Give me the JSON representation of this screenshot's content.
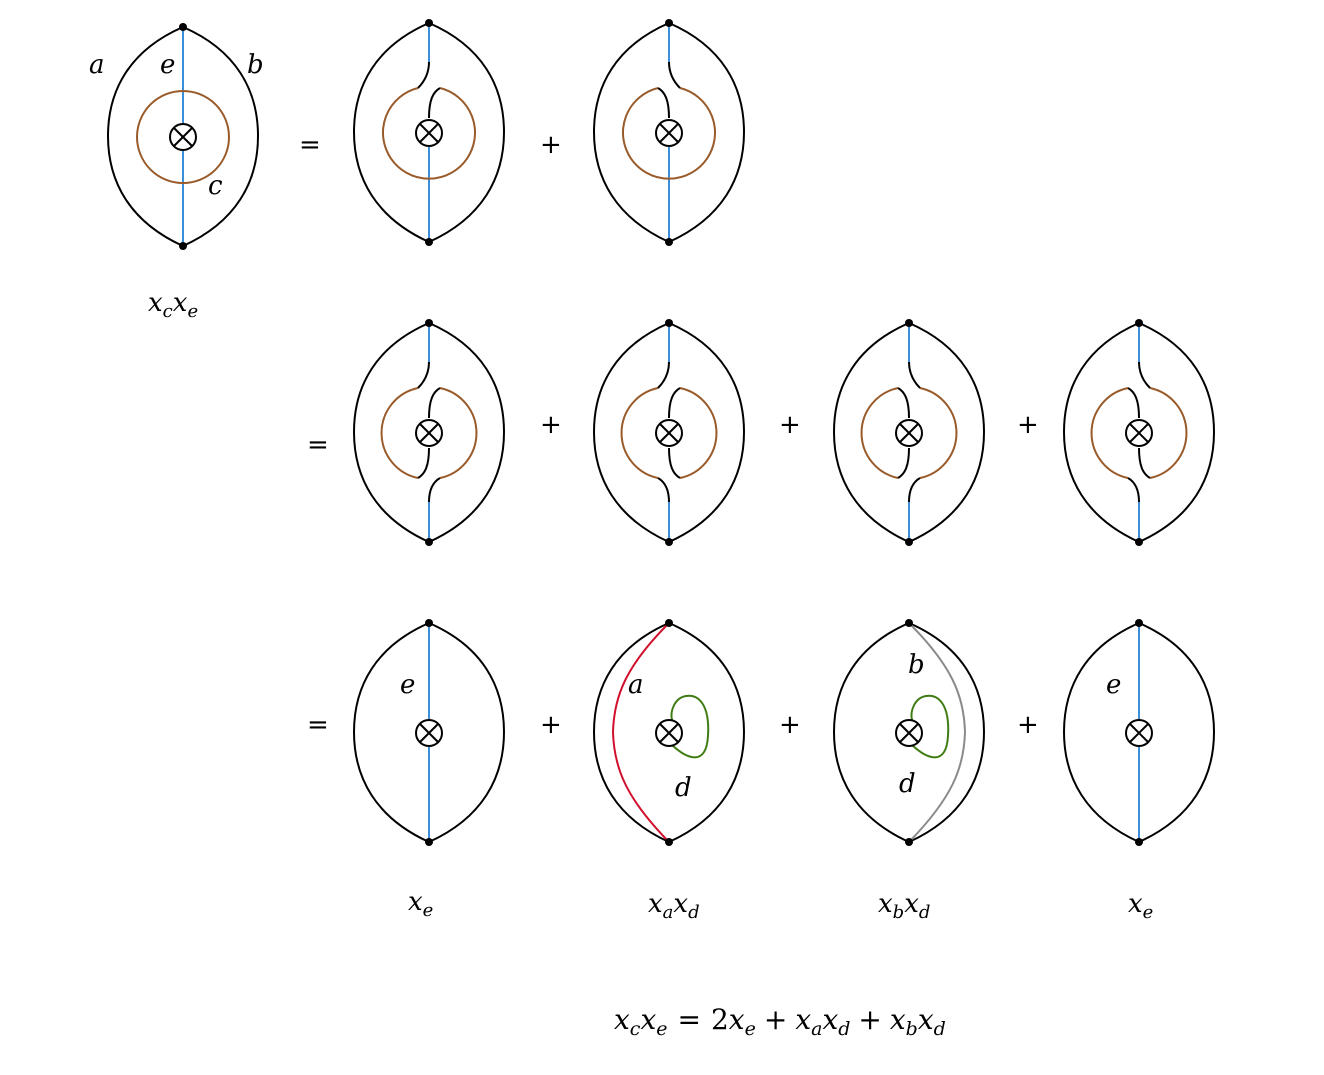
{
  "colors": {
    "outline": "#000000",
    "edge_e": "#3a8fd8",
    "loop_c": "#9a5b2b",
    "arc_a": "#d0102c",
    "arc_b": "#8a8a8a",
    "loop_d": "#3f7d14"
  },
  "symbols": {
    "puncture": "circle-times",
    "equals": "=",
    "plus": "+"
  },
  "labels": {
    "a": "a",
    "b": "b",
    "c": "c",
    "d": "d",
    "e": "e"
  },
  "captions": {
    "first_product": {
      "x1": "x",
      "s1": "c",
      "x2": "x",
      "s2": "e"
    },
    "term_e_1": {
      "x1": "x",
      "s1": "e"
    },
    "term_ad": {
      "x1": "x",
      "s1": "a",
      "x2": "x",
      "s2": "d"
    },
    "term_bd": {
      "x1": "x",
      "s1": "b",
      "x2": "x",
      "s2": "d"
    },
    "term_e_2": {
      "x1": "x",
      "s1": "e"
    }
  },
  "final_equation": {
    "lhs": {
      "x1": "x",
      "s1": "c",
      "x2": "x",
      "s2": "e"
    },
    "eq": "=",
    "coef": "2",
    "t1": {
      "x1": "x",
      "s1": "e"
    },
    "plus1": "+",
    "t2": {
      "x1": "x",
      "s1": "a",
      "x2": "x",
      "s2": "d"
    },
    "plus2": "+",
    "t3": {
      "x1": "x",
      "s1": "b",
      "x2": "x",
      "s2": "d"
    }
  }
}
